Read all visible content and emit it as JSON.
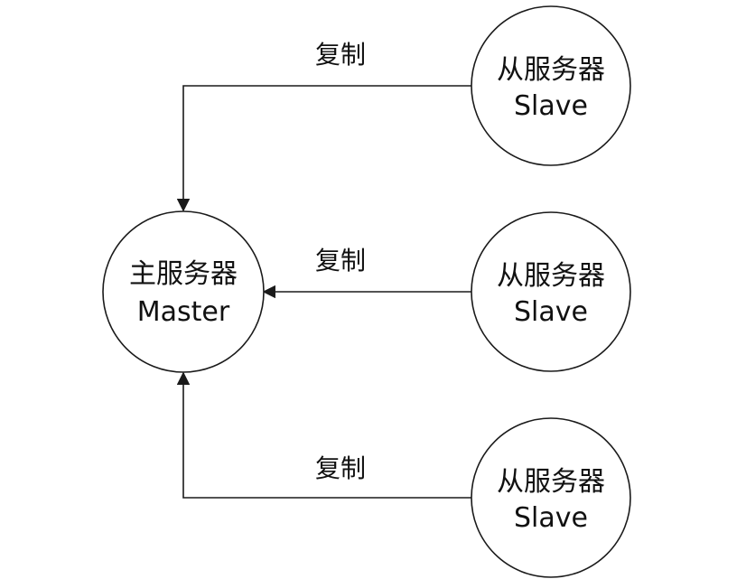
{
  "master": {
    "label_cn": "主服务器",
    "label_en": "Master"
  },
  "slaves": [
    {
      "label_cn": "从服务器",
      "label_en": "Slave",
      "edge_label": "复制"
    },
    {
      "label_cn": "从服务器",
      "label_en": "Slave",
      "edge_label": "复制"
    },
    {
      "label_cn": "从服务器",
      "label_en": "Slave",
      "edge_label": "复制"
    }
  ],
  "colors": {
    "stroke": "#1a1a1a",
    "background": "#ffffff",
    "text": "#111111"
  }
}
